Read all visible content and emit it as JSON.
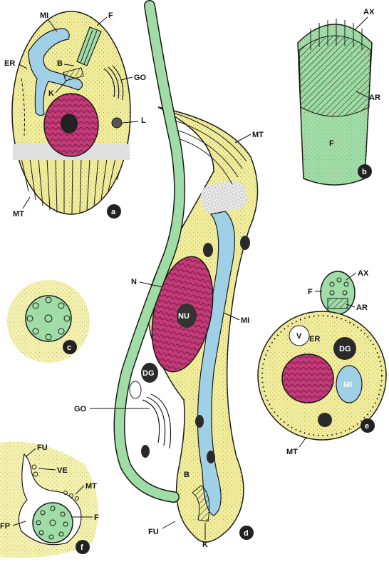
{
  "colors": {
    "cytoplasm": "#f1ec9a",
    "flagellum": "#9fdca6",
    "mitochondrion": "#9fd0e6",
    "nucleus": "#c23a78",
    "dark_granule": "#2a2a2a",
    "outline": "#1a1a1a"
  },
  "panels": {
    "a": "a",
    "b": "b",
    "c": "c",
    "d": "d",
    "e": "e",
    "f": "f"
  },
  "labels": {
    "a": {
      "mi": "MI",
      "f": "F",
      "er": "ER",
      "b": "B",
      "go": "GO",
      "k": "K",
      "l": "L",
      "mt": "MT"
    },
    "b": {
      "ax": "AX",
      "ar": "AR",
      "f": "F"
    },
    "d": {
      "mt": "MT",
      "n": "N",
      "nu": "NU",
      "mi": "MI",
      "dg": "DG",
      "go": "GO",
      "b": "B",
      "fu": "FU",
      "k": "K"
    },
    "e": {
      "ax": "AX",
      "f": "F",
      "ar": "AR",
      "er": "ER",
      "v": "V",
      "dg": "DG",
      "mi": "MI",
      "mt": "MT"
    },
    "f": {
      "fu": "FU",
      "ve": "VE",
      "mt": "MT",
      "fp": "FP",
      "f": "F"
    }
  }
}
